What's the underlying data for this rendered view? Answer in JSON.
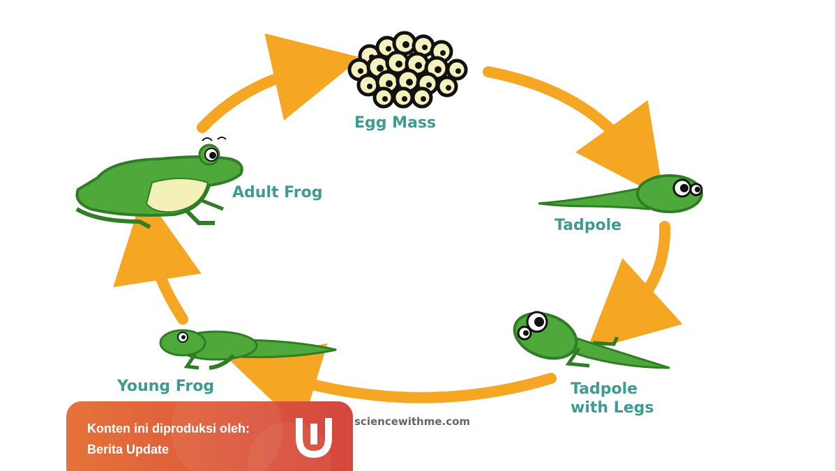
{
  "diagram": {
    "stages": {
      "egg_mass": "Egg Mass",
      "tadpole": "Tadpole",
      "tadpole_legs_line1": "Tadpole",
      "tadpole_legs_line2": "with Legs",
      "young_frog": "Young Frog",
      "adult_frog": "Adult Frog"
    },
    "source_text": "sciencewithme.com",
    "colors": {
      "arrow": "#f5a623",
      "label": "#3d9b93",
      "frog_green": "#4fa83a",
      "frog_dark": "#2f7d24",
      "frog_belly": "#f3f0b8",
      "egg_fill": "#f4f1bf"
    }
  },
  "credit": {
    "line1": "Konten ini diproduksi oleh:",
    "line2": "Berita Update",
    "logo_icon": "kumparan-u-logo-icon"
  }
}
